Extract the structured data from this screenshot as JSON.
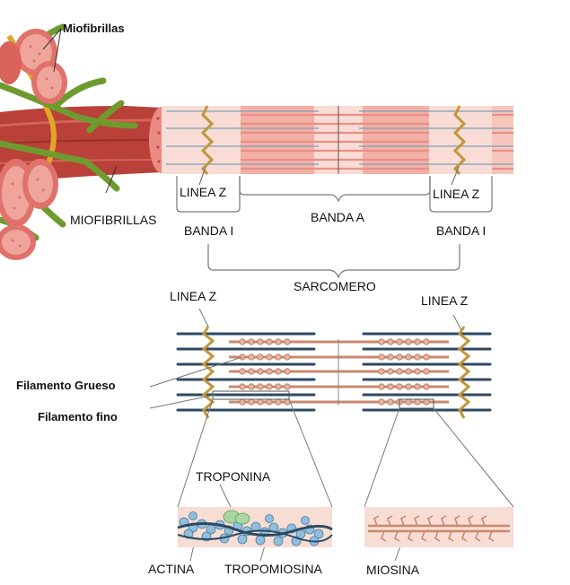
{
  "labels": {
    "miofibrillas_top": "Miofibrillas",
    "miofibrillas": "MIOFIBRILLAS",
    "linea_z_left": "LINEA Z",
    "linea_z_right": "LINEA Z",
    "banda_a": "BANDA A",
    "banda_i_left": "BANDA I",
    "banda_i_right": "BANDA I",
    "sarcomero": "SARCOMERO",
    "linea_z_lower_left": "LINEA Z",
    "linea_z_lower_right": "LINEA Z",
    "filamento_grueso": "Filamento Grueso",
    "filamento_fino": "Filamento fino",
    "troponina": "TROPONINA",
    "actina": "ACTINA",
    "tropomiosina": "TROPOMIOSINA",
    "miosina": "MIOSINA"
  },
  "colors": {
    "muscle_red": "#b9413a",
    "fiber_pink": "#ea8f86",
    "band_light": "#f9dcd5",
    "nerve_green": "#6f9a2e",
    "nerve_yellow": "#e2a52b",
    "thin_filament": "#2e4a63",
    "z_line_gold": "#c2963a",
    "actin_blue": "#8fbfdd",
    "troponin_green": "#a9d7a2",
    "myosin_tan": "#c9896f"
  }
}
